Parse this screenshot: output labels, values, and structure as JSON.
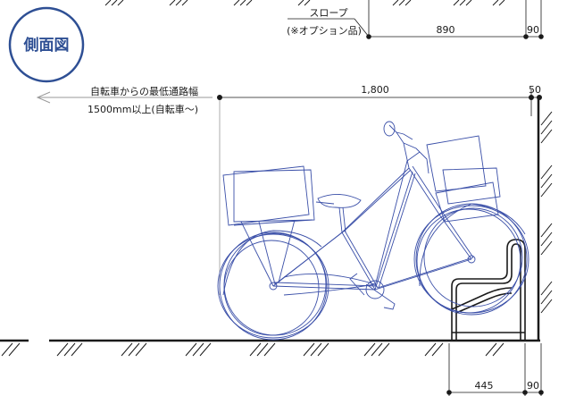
{
  "title": "側面図",
  "slope_label": "スロープ",
  "slope_option_label": "(※オプション品)",
  "passage_note_line1": "自転車からの最低通路幅",
  "passage_note_line2": "1500mm以上(自転車〜)",
  "dimensions": {
    "top_slope_length": "890",
    "top_slope_end": "90",
    "bike_length": "1,800",
    "wall_gap": "50",
    "rack_depth": "445",
    "rack_end": "90"
  },
  "colors": {
    "title": "#2e4f94",
    "bicycle_lines": "#3a4fa8",
    "drawing_lines": "#1a1a1a",
    "guide_lines": "#9a9a9a"
  }
}
